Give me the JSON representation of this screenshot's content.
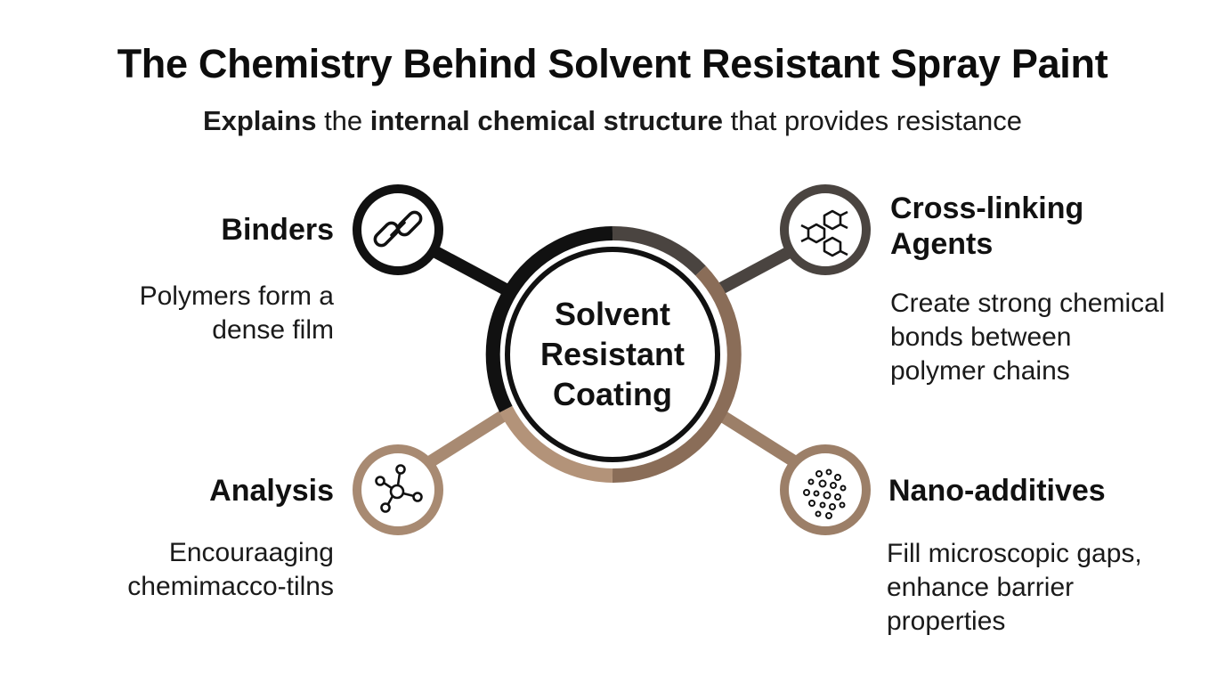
{
  "title": "The Chemistry Behind Solvent Resistant Spray Paint",
  "subtitle": {
    "part1": "Explains",
    "part2": " the ",
    "part3": "internal chemical structure",
    "part4": " that provides resistance"
  },
  "center": {
    "line1": "Solvent",
    "line2": "Resistant",
    "line3": "Coating"
  },
  "nodes": {
    "binders": {
      "label": "Binders",
      "desc_line1": "Polymers form a",
      "desc_line2": "dense film",
      "icon": "chain-link-icon",
      "color": "#111111"
    },
    "crosslinking": {
      "label_line1": "Cross-linking",
      "label_line2": "Agents",
      "desc_line1": "Create strong chemical",
      "desc_line2": "bonds between",
      "desc_line3": "polymer chains",
      "icon": "hexagon-network-icon",
      "color": "#4a4440"
    },
    "analysis": {
      "label": "Analysis",
      "desc_line1": "Encouraaging",
      "desc_line2": "chemimacco-tilns",
      "icon": "molecule-icon",
      "color": "#a88a72"
    },
    "nano": {
      "label": "Nano-additives",
      "desc_line1": "Fill microscopic gaps,",
      "desc_line2": "enhance barrier",
      "desc_line3": "properties",
      "icon": "particles-icon",
      "color": "#9c7f68"
    }
  }
}
